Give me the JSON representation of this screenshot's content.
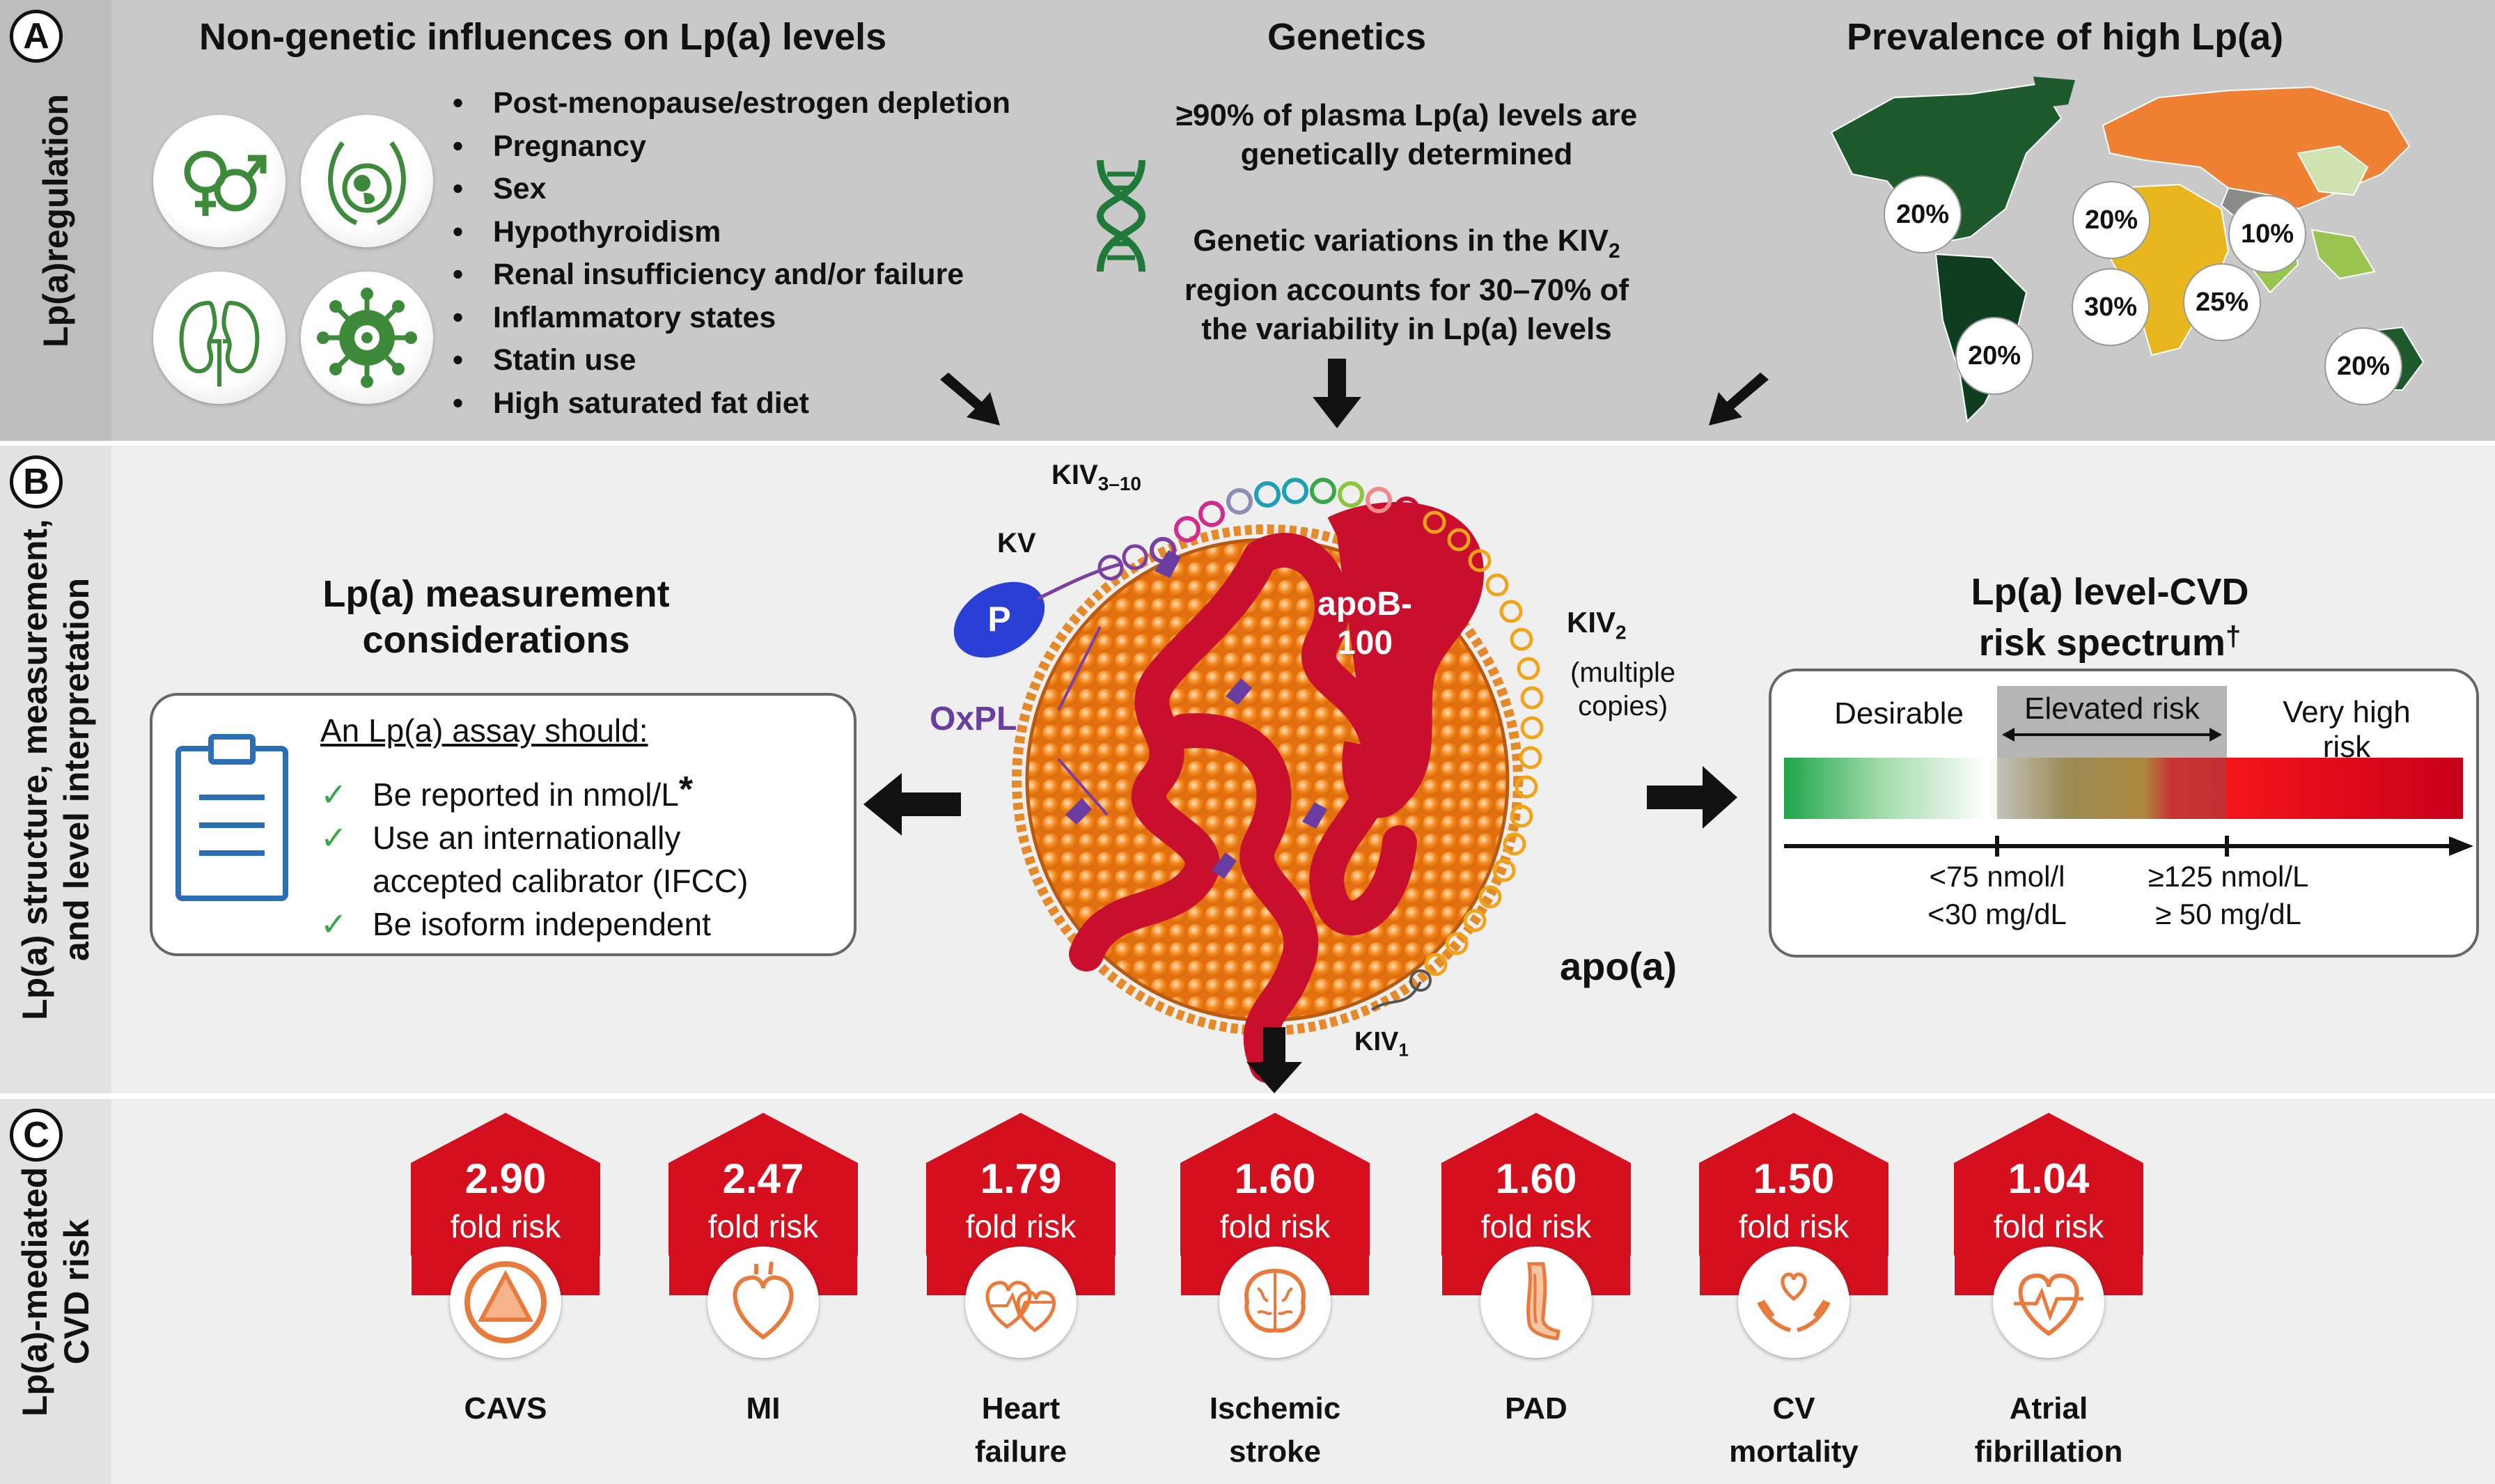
{
  "panel_a": {
    "letter": "A",
    "side_label": "Lp(a)regulation",
    "nongenetic": {
      "title": "Non-genetic influences on Lp(a) levels",
      "items": [
        "Post-menopause/estrogen depletion",
        "Pregnancy",
        "Sex",
        "Hypothyroidism",
        "Renal insufficiency and/or failure",
        "Inflammatory states",
        "Statin use",
        "High saturated fat diet"
      ],
      "icons": [
        "gender-icon",
        "pregnancy-icon",
        "kidney-icon",
        "virus-icon"
      ]
    },
    "genetics": {
      "title": "Genetics",
      "line1": "≥90% of plasma Lp(a) levels are",
      "line2": "genetically determined",
      "line3": "Genetic variations in the KIV",
      "line3_sub": "2",
      "line4": "region accounts for 30–70% of",
      "line5": "the variability in Lp(a) levels"
    },
    "prevalence": {
      "title": "Prevalence of high Lp(a)",
      "regions": [
        {
          "label": "20%"
        },
        {
          "label": "20%"
        },
        {
          "label": "10%"
        },
        {
          "label": "30%"
        },
        {
          "label": "25%"
        },
        {
          "label": "20%"
        },
        {
          "label": "20%"
        }
      ]
    }
  },
  "panel_b": {
    "letter": "B",
    "side_label_lines": [
      "Lp(a) structure, measurement,",
      "and level interpretation"
    ],
    "measurement": {
      "title_line1": "Lp(a) measurement",
      "title_line2": "considerations",
      "assay_title": "An Lp(a) assay should:",
      "items": [
        "Be reported in nmol/L",
        "Use an internationally",
        "accepted calibrator (IFCC)",
        "Be isoform independent"
      ],
      "asterisk": "*",
      "check_color": "#3aa84a"
    },
    "structure": {
      "kiv310": "KIV",
      "kiv310_sub": "3–10",
      "kv": "KV",
      "p": "P",
      "oxpl": "OxPL",
      "apob_line1": "apoB-",
      "apob_line2": "100",
      "kiv2": "KIV",
      "kiv2_sub": "2",
      "kiv2_note1": "(multiple",
      "kiv2_note2": "copies)",
      "apoa": "apo(a)",
      "kiv1": "KIV",
      "kiv1_sub": "1"
    },
    "spectrum": {
      "title_line1": "Lp(a) level-CVD",
      "title_line2": "risk spectrum",
      "dagger": "†",
      "desirable": "Desirable",
      "elevated": "Elevated risk",
      "very_high_line1": "Very high",
      "very_high_line2": "risk",
      "threshold1_line1": "<75 nmol/l",
      "threshold1_line2": "<30 mg/dL",
      "threshold2_line1": "≥125 nmol/L",
      "threshold2_line2": "≥ 50 mg/dL"
    }
  },
  "panel_c": {
    "letter": "C",
    "side_label_lines": [
      "Lp(a)-mediated",
      "CVD risk"
    ],
    "unit": "fold risk",
    "house_color": "#d4101e",
    "outcomes": [
      {
        "value": "2.90",
        "line1": "CAVS",
        "line2": "",
        "icon": "aortic-valve-icon"
      },
      {
        "value": "2.47",
        "line1": "MI",
        "line2": "",
        "icon": "heart-icon"
      },
      {
        "value": "1.79",
        "line1": "Heart",
        "line2": "failure",
        "icon": "heart-failure-icon"
      },
      {
        "value": "1.60",
        "line1": "Ischemic",
        "line2": "stroke",
        "icon": "brain-icon"
      },
      {
        "value": "1.60",
        "line1": "PAD",
        "line2": "",
        "icon": "leg-icon"
      },
      {
        "value": "1.50",
        "line1": "CV",
        "line2": "mortality",
        "icon": "hands-heart-icon"
      },
      {
        "value": "1.04",
        "line1": "Atrial",
        "line2": "fibrillation",
        "icon": "heart-rhythm-icon"
      }
    ]
  }
}
